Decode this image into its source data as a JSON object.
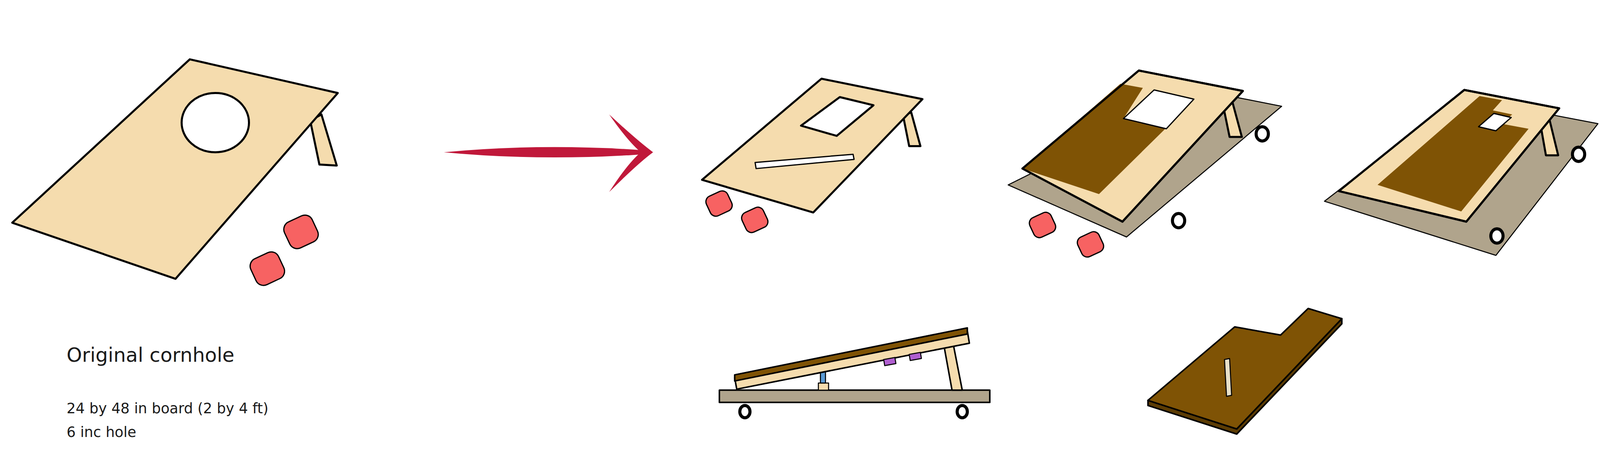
{
  "diagram": {
    "labels": [
      "Original cornhole",
      "24 by 48 in board (2 by 4 ft)",
      "6 inc hole"
    ]
  }
}
